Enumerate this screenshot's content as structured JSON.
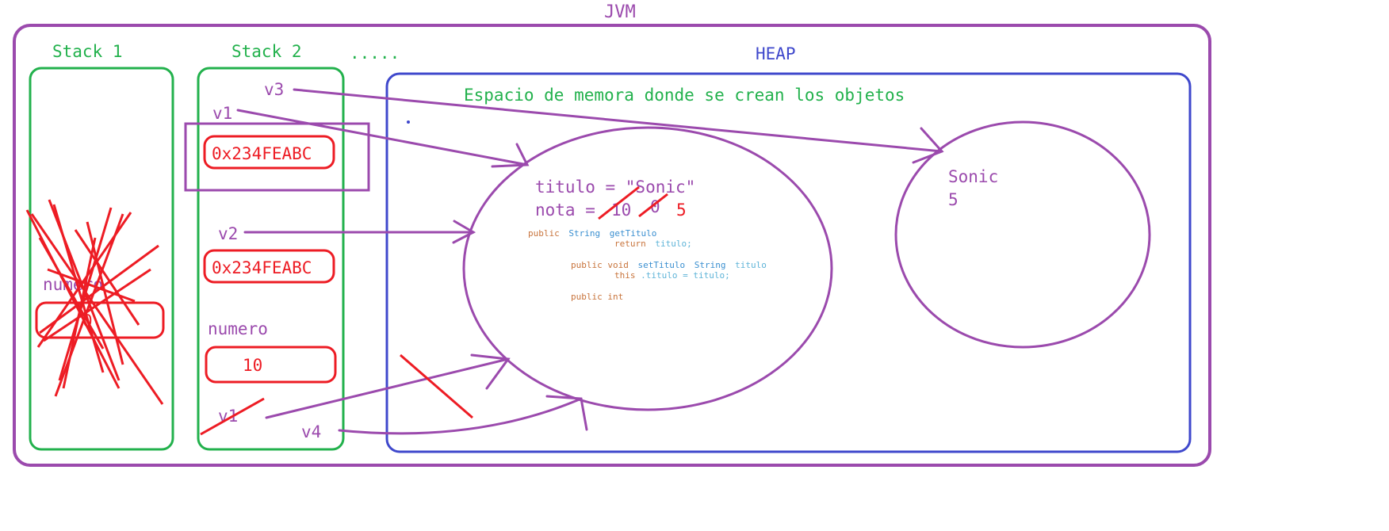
{
  "title": "JVM",
  "stack1": {
    "title": "Stack 1",
    "var_label": "numero",
    "var_value": "0"
  },
  "stack2": {
    "title": "Stack 2",
    "var_v3": "v3",
    "var_v1": "v1",
    "addr1": "0x234FEABC",
    "var_v2": "v2",
    "addr2": "0x234FEABC",
    "var_numero": "numero",
    "numero_value": "10",
    "var_v1_crossed": "v1",
    "var_v4": "v4"
  },
  "ellipsis": ".....",
  "heap": {
    "title": "HEAP",
    "description": "Espacio de memora donde se crean los objetos",
    "object1": {
      "line_titulo": "titulo = \"Sonic\"",
      "line_nota": "nota = ",
      "nota_old1": "10",
      "nota_old2": "0",
      "nota_new": "5",
      "code": {
        "l1_kw": "public",
        "l1_type": "String",
        "l1_name": "getTitulo",
        "l2_kw": "return",
        "l2_val": "titulo;",
        "l3_kw": "public void",
        "l3_name": "setTitulo",
        "l3_type": "String",
        "l3_param": "titulo",
        "l4_kw": "this",
        "l4_rest": ".titulo = titulo;",
        "l5": "public int"
      }
    },
    "object2": {
      "line1": "Sonic",
      "line2": "5"
    }
  },
  "colors": {
    "purple": "#9b4aad",
    "green": "#22b14c",
    "blue": "#3f48cc",
    "red": "#ed1c24",
    "orange": "#c8743c",
    "cyan": "#5fb4d8",
    "code_blue": "#3a8fd0"
  }
}
